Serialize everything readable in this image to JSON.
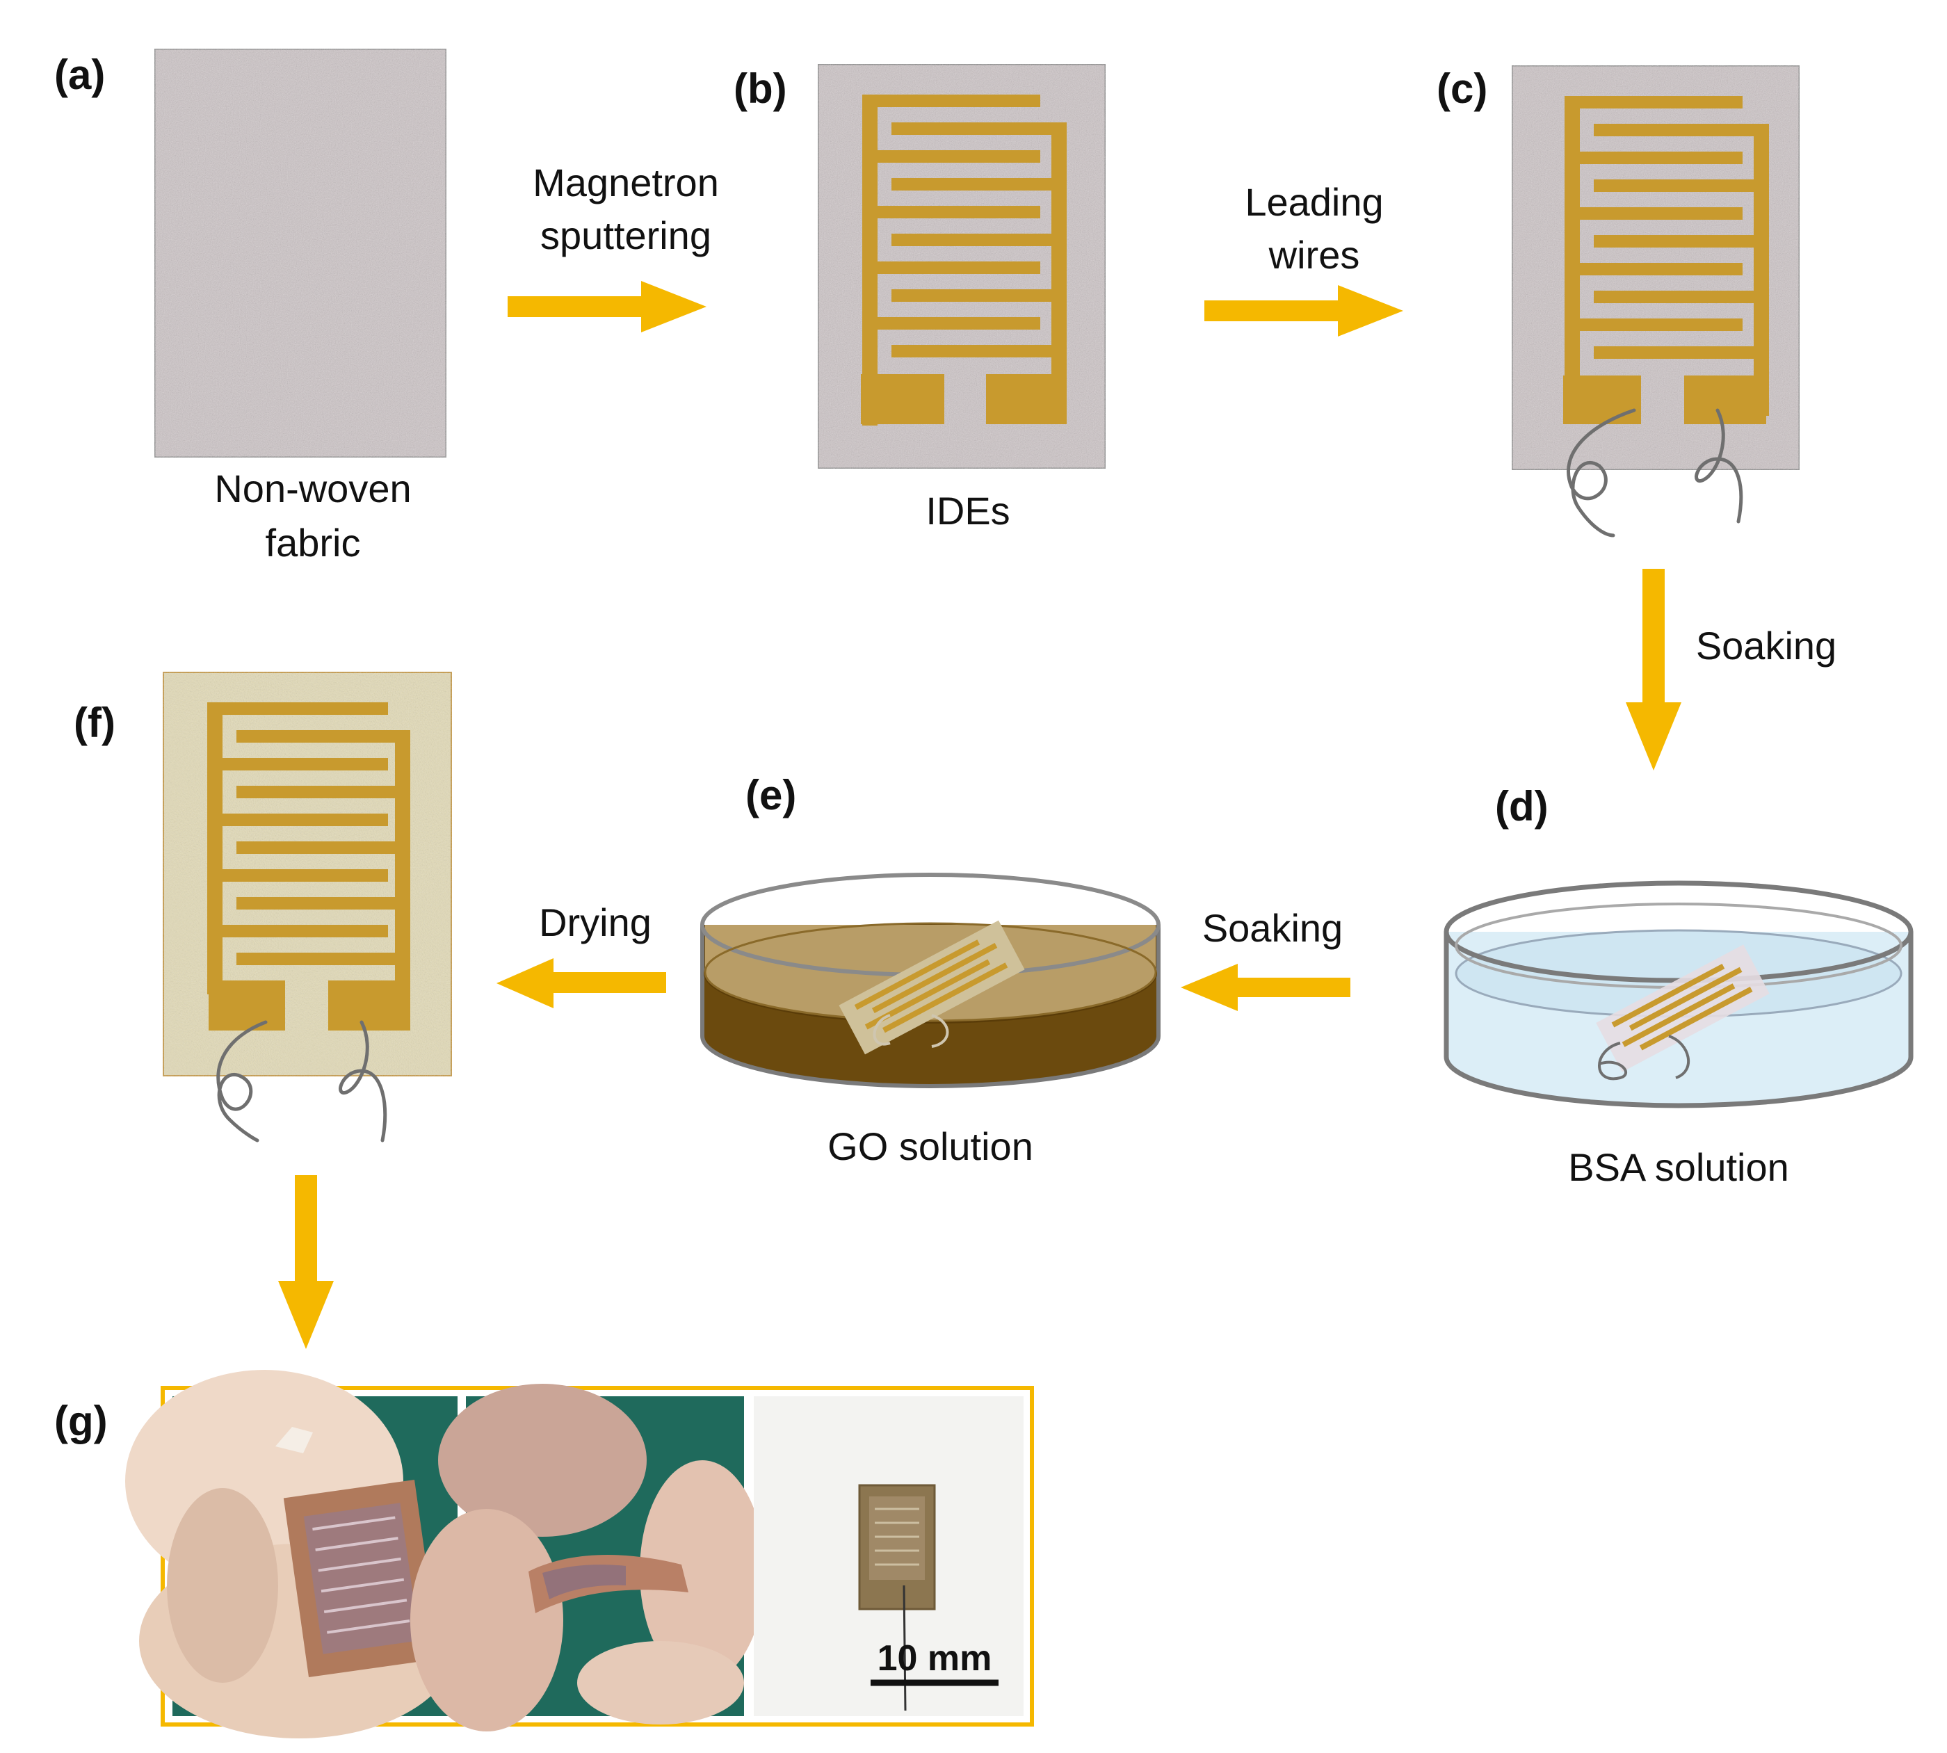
{
  "panels": {
    "a": {
      "letter": "(a)",
      "caption": [
        "Non-woven",
        "fabric"
      ]
    },
    "b": {
      "letter": "(b)",
      "caption": [
        "IDEs"
      ]
    },
    "c": {
      "letter": "(c)"
    },
    "d": {
      "letter": "(d)",
      "caption": [
        "BSA solution"
      ]
    },
    "e": {
      "letter": "(e)",
      "caption": [
        "GO solution"
      ]
    },
    "f": {
      "letter": "(f)"
    },
    "g": {
      "letter": "(g)",
      "scale_bar": "10 mm"
    }
  },
  "steps": {
    "a_to_b": [
      "Magnetron",
      "sputtering"
    ],
    "b_to_c": [
      "Leading",
      "wires"
    ],
    "c_to_d": [
      "Soaking"
    ],
    "d_to_e": [
      "Soaking"
    ],
    "e_to_f": [
      "Drying"
    ]
  },
  "colors": {
    "arrow": "#f5b800",
    "electrode": "#c89a2e",
    "fabric": "#cfc6c8",
    "go_solution": "#6b4a0e",
    "bsa_solution": "#cfe6f2",
    "coated_fabric": "#e3dbb7",
    "frame_g": "#f5b800"
  },
  "icons": [
    "arrow-right-icon",
    "arrow-down-icon",
    "arrow-left-icon",
    "wire-icon",
    "petri-dish-icon"
  ]
}
